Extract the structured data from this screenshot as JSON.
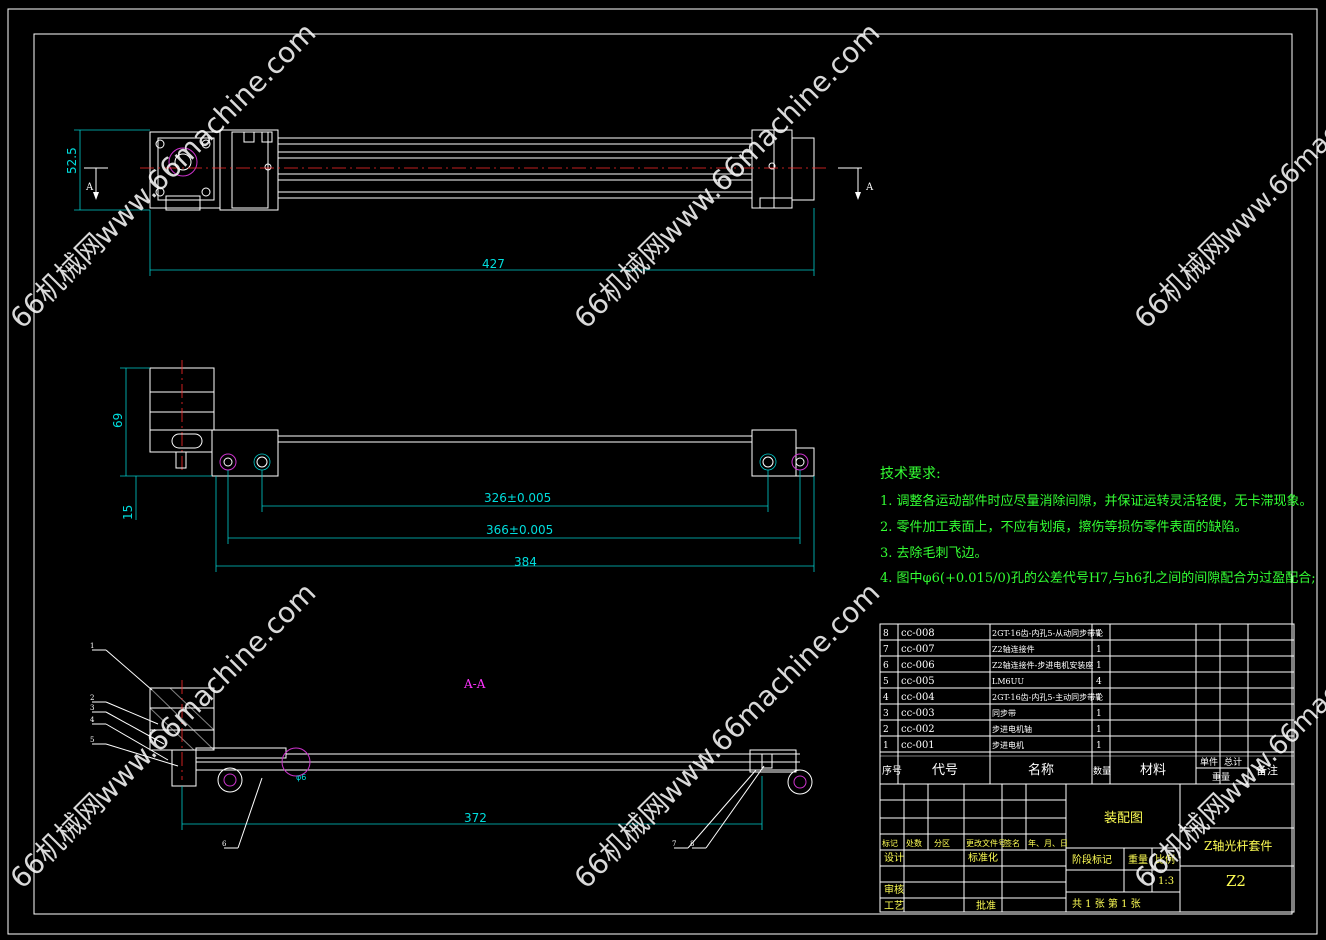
{
  "dimensions": {
    "height_front": "52.5",
    "length_front": "427",
    "height_side": "69",
    "offset_side": "15",
    "d326": "326±0.005",
    "d366": "366±0.005",
    "d384": "384",
    "d372": "372",
    "hole_callout": "φ6"
  },
  "section": {
    "marker_left": "A",
    "marker_right": "A",
    "label": "A-A"
  },
  "tech_requirements": {
    "title": "技术要求:",
    "items": [
      "1. 调整各运动部件时应尽量消除间隙，并保证运转灵活轻便，无卡滞现象。",
      "2. 零件加工表面上，不应有划痕，擦伤等损伤零件表面的缺陷。",
      "3. 去除毛刺飞边。",
      "4. 图中φ6(+0.015/0)孔的公差代号H7,与h6孔之间的间隙配合为过盈配合;"
    ]
  },
  "bom": {
    "rows": [
      {
        "seq": "8",
        "code": "cc-008",
        "name": "2GT-16齿-内孔5-从动同步带轮",
        "qty": "1"
      },
      {
        "seq": "7",
        "code": "cc-007",
        "name": "Z2轴连接件",
        "qty": "1"
      },
      {
        "seq": "6",
        "code": "cc-006",
        "name": "Z2轴连接件-步进电机安装座",
        "qty": "1"
      },
      {
        "seq": "5",
        "code": "cc-005",
        "name": "LM6UU",
        "qty": "4"
      },
      {
        "seq": "4",
        "code": "cc-004",
        "name": "2GT-16齿-内孔5-主动同步带轮",
        "qty": "1"
      },
      {
        "seq": "3",
        "code": "cc-003",
        "name": "同步带",
        "qty": "1"
      },
      {
        "seq": "2",
        "code": "cc-002",
        "name": "步进电机轴",
        "qty": "1"
      },
      {
        "seq": "1",
        "code": "cc-001",
        "name": "步进电机",
        "qty": "1"
      }
    ],
    "headers": {
      "seq": "序号",
      "code": "代号",
      "name": "名称",
      "qty": "数量",
      "material": "材料",
      "unit": "单件",
      "total": "总计",
      "weight": "重量",
      "remark": "备注"
    }
  },
  "title_block": {
    "drawing_type": "装配图",
    "part_name": "Z轴光杆套件",
    "drawing_no": "Z2",
    "scale": "1:3",
    "revision_headers": [
      "标记",
      "处数",
      "分区",
      "更改文件号",
      "签名",
      "年、月、日"
    ],
    "roles": [
      "设计",
      "标准化",
      "审核",
      "工艺",
      "批准"
    ],
    "stage_headers": [
      "阶段标记",
      "重量",
      "比例"
    ],
    "sheet_info": "共 1 张    第 1 张"
  },
  "balloons": [
    "1",
    "2",
    "3",
    "4",
    "5",
    "6",
    "7",
    "8"
  ],
  "watermark": {
    "site": "www.66machine.com",
    "brand": "66机械网"
  },
  "colors": {
    "background": "#000000",
    "outline": "#ffffff",
    "dimension": "#00cccc",
    "centerline": "#ff2a2a",
    "notes": "#33ff33",
    "table_text": "#ff33ff"
  }
}
